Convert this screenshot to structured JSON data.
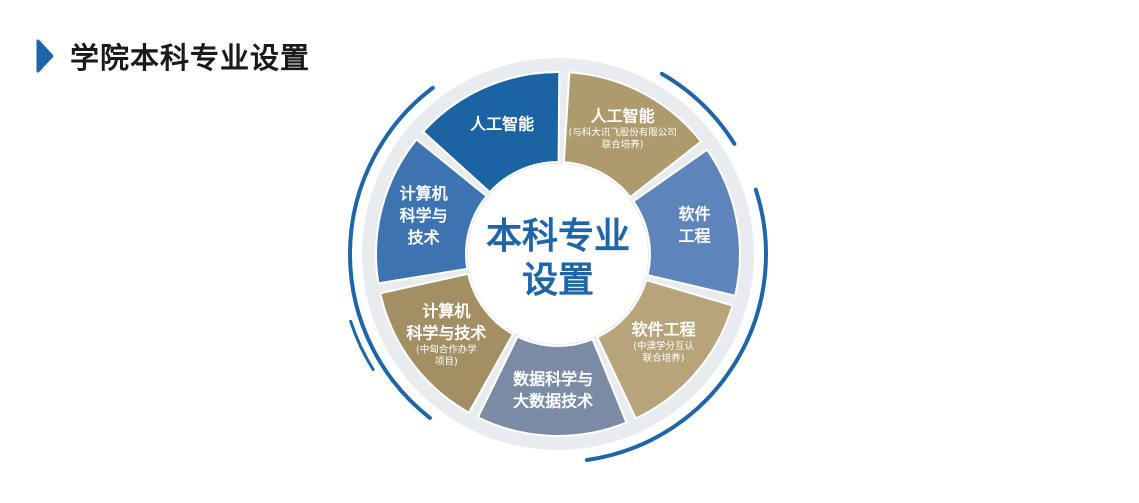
{
  "header": {
    "title": "学院本科专业设置"
  },
  "colors": {
    "accent_blue": "#1f66a8",
    "dark_blue": "#1b5f9b",
    "mid_blue": "#3a73b2",
    "light_blue": "#5d86bd",
    "gold": "#a8956a",
    "gold_light": "#b39f77",
    "slate": "#7c8ca8",
    "ring_bg": "#e9ecef"
  },
  "center": {
    "line1": "本科专业",
    "line2": "设置",
    "color": "#1f66a8"
  },
  "segments": [
    {
      "id": "ai-iflytek",
      "color": "#ad9a6d",
      "lines": [
        "人工智能"
      ],
      "sub": [
        "(与科大讯飞股份有限公司",
        "联合培养)"
      ]
    },
    {
      "id": "software-eng",
      "color": "#5d84bb",
      "lines": [
        "软件",
        "工程"
      ],
      "sub": []
    },
    {
      "id": "software-eng-sino-aus",
      "color": "#b7a47b",
      "lines": [
        "软件工程"
      ],
      "sub": [
        "(中澳学分互认",
        "联合培养)"
      ]
    },
    {
      "id": "data-science",
      "color": "#7b8ba6",
      "lines": [
        "数据科学与",
        "大数据技术"
      ],
      "sub": []
    },
    {
      "id": "cs-sino-myanmar",
      "color": "#a38f63",
      "lines": [
        "计算机",
        "科学与技术"
      ],
      "sub": [
        "(中匈合作办学",
        "项目)"
      ]
    },
    {
      "id": "cs",
      "color": "#3e73b1",
      "lines": [
        "计算机",
        "科学与",
        "技术"
      ],
      "sub": []
    },
    {
      "id": "ai",
      "color": "#1c63a3",
      "lines": [
        "人工智能"
      ],
      "sub": []
    }
  ]
}
